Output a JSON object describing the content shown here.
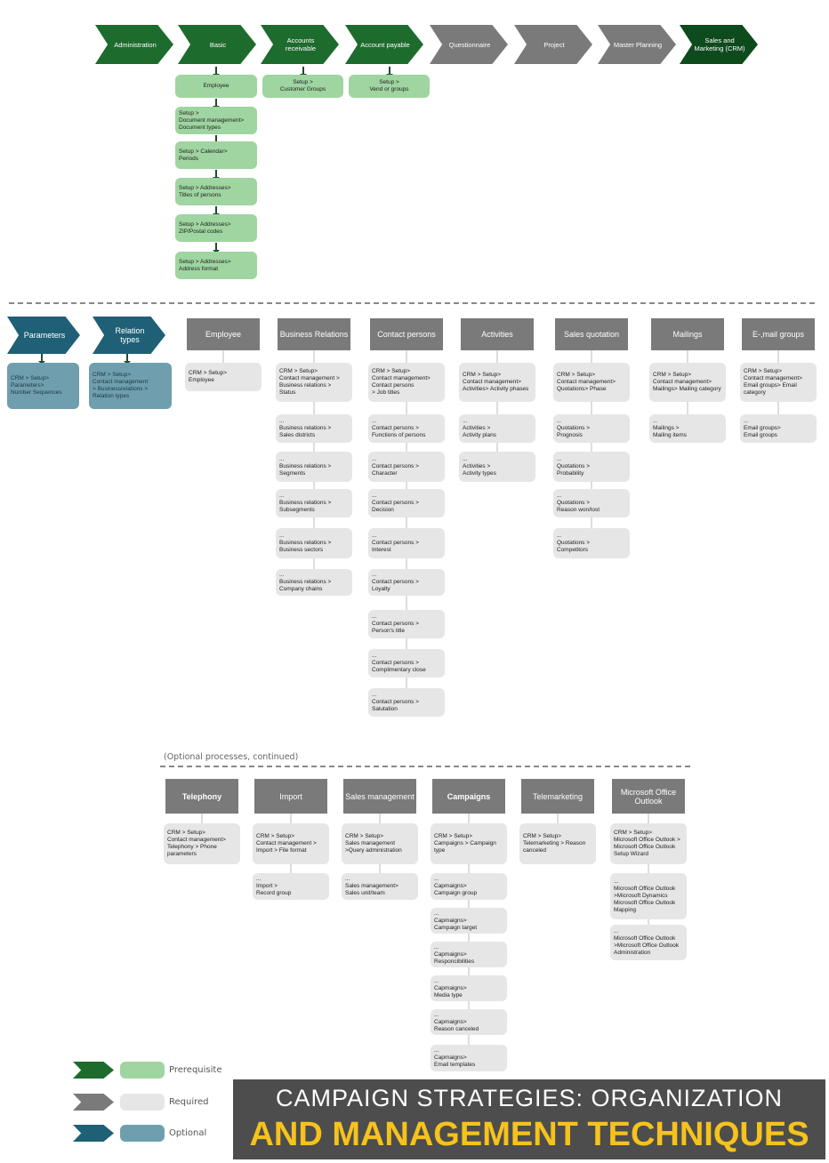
{
  "colors": {
    "prerequisite": "#1e6b2e",
    "prerequisite_box": "#9fd5a0",
    "required": "#7a7a7a",
    "required_box": "#e6e6e6",
    "optional": "#1f6077",
    "optional_box": "#6f9fae",
    "crm": "#0d4a1c",
    "banner_title": "#ffffff",
    "banner_subtitle": "#f6c21c"
  },
  "top_chevrons": [
    {
      "label": "Administration",
      "kind": "prerequisite"
    },
    {
      "label": "Basic",
      "kind": "prerequisite"
    },
    {
      "label": "Accounts receivable",
      "kind": "prerequisite"
    },
    {
      "label": "Account payable",
      "kind": "prerequisite"
    },
    {
      "label": "Questionnaire",
      "kind": "required"
    },
    {
      "label": "Project",
      "kind": "required"
    },
    {
      "label": "Master Planning",
      "kind": "required"
    },
    {
      "label": "Sales and Marketing (CRM)",
      "kind": "crm"
    }
  ],
  "basic_steps": [
    "Employee",
    "Setup >\nDocument management>\nDocument types",
    "Setup > Calendar>\nPeriods",
    "Setup > Addresses>\nTitles of persons",
    "Setup > Addresses>\nZIP/Postal codes",
    "Setup > Addresses>\nAddress format"
  ],
  "ar_step": "Setup >\nCustomer Groups",
  "ap_step": "Setup >\nVend or groups",
  "optional_chevrons": [
    {
      "label": "Parameters",
      "box": "CRM > Setup>\nParameters>\nNumber Sequences"
    },
    {
      "label": "Relation types",
      "box": "CRM > Setup>\nContact management\n> Businessrelations >\nRelation types"
    }
  ],
  "required_columns": [
    {
      "header": "Employee",
      "boxes": [
        "CRM > Setup>\nEmployee"
      ]
    },
    {
      "header": "Business Relations",
      "boxes": [
        "CRM > Setup>\nContact management >\nBusiness relations >\nStatus",
        "...\nBusiness relations >\nSales districts",
        "...\nBusiness relations >\nSegments",
        "...\nBusiness relations >\nSubsegments",
        "...\nBusiness relations >\nBusiness sectors",
        "...\nBusiness relations >\nCompany chains"
      ]
    },
    {
      "header": "Contact persons",
      "boxes": [
        "CRM > Setup>\nContact management>\nContact persons\n> Job titles",
        "...\nContact persons >\nFunctions of persons",
        "...\nContact persons >\nCharacter",
        "...\nContact persons >\nDecision",
        "...\nContact persons >\nInterest",
        "...\nContact persons >\nLoyalty",
        "...\nContact persons >\nPerson's title",
        "...\nContact persons >\nComplimentary close",
        "...\nContact persons >\nSalutation"
      ]
    },
    {
      "header": "Activities",
      "boxes": [
        "CRM > Setup>\nContact management>\nActivities> Activity phases",
        "...\nActivities >\nActivity plans",
        "...\nActivities >\nActivity types"
      ]
    },
    {
      "header": "Sales quotation",
      "boxes": [
        "CRM > Setup>\nContact management>\nQuotations> Phase",
        "...\nQuotations >\nPrognosis",
        "...\nQuotations >\nProbability",
        "...\nQuotations >\nReason won/lost",
        "...\nQuotations >\nCompetitors"
      ]
    },
    {
      "header": "Mailings",
      "boxes": [
        "CRM > Setup>\nContact management>\nMailings> Mailing category",
        "...\nMailings >\nMailing items"
      ]
    },
    {
      "header": "E-,mail groups",
      "boxes": [
        "CRM > Setup>\nContact management>\nEmail groups> Email\ncategory",
        "...\nEmail groups>\nEmail groups"
      ]
    }
  ],
  "optional_label": "(Optional processes, continued)",
  "optional_columns": [
    {
      "header": "Telephony",
      "boxes": [
        "CRM > Setup>\nContact management>\nTelephony > Phone\nparameters"
      ]
    },
    {
      "header": "Import",
      "boxes": [
        "CRM > Setup>\nContact management >\nImport > File format",
        "...\nImport >\nRecord group"
      ]
    },
    {
      "header": "Sales management",
      "boxes": [
        "CRM > Setup>\nSales management\n>Query administration",
        "...\nSales management>\nSales unit/team"
      ]
    },
    {
      "header": "Campaigns",
      "boxes": [
        "CRM > Setup>\nCampaigns > Campaign\ntype",
        "...\nCapmaigns>\nCampaign group",
        "...\nCapmaigns>\nCampaign target",
        "...\nCapmaigns>\nResponcibilities",
        "...\nCapmaigns>\nMedia type",
        "...\nCapmaigns>\nReason canceled",
        "...\nCapmaigns>\nEmail templates"
      ]
    },
    {
      "header": "Telemarketing",
      "boxes": [
        "CRM > Setup>\nTelemarketing > Reason\ncanceled"
      ]
    },
    {
      "header": "Microsoft Office Outlook",
      "boxes": [
        "CRM > Setup>\nMicrosoft Office Outlook >\nMicrosoft Office Outlook\nSetup Wizard",
        "...\nMicrosoft Office Outlook\n>Microsoft Dynamics\nMicrosoft Office Outlook\nMapping",
        "...\nMicrosoft Office Outlook\n>Microsoft Office Outlook\nAdministration"
      ]
    }
  ],
  "legend": [
    {
      "label": "Prerequisite",
      "kind": "prerequisite"
    },
    {
      "label": "Required",
      "kind": "required"
    },
    {
      "label": "Optional",
      "kind": "optional"
    }
  ],
  "banner": {
    "title": "CAMPAIGN STRATEGIES: ORGANIZATION",
    "subtitle": "AND MANAGEMENT TECHNIQUES"
  }
}
